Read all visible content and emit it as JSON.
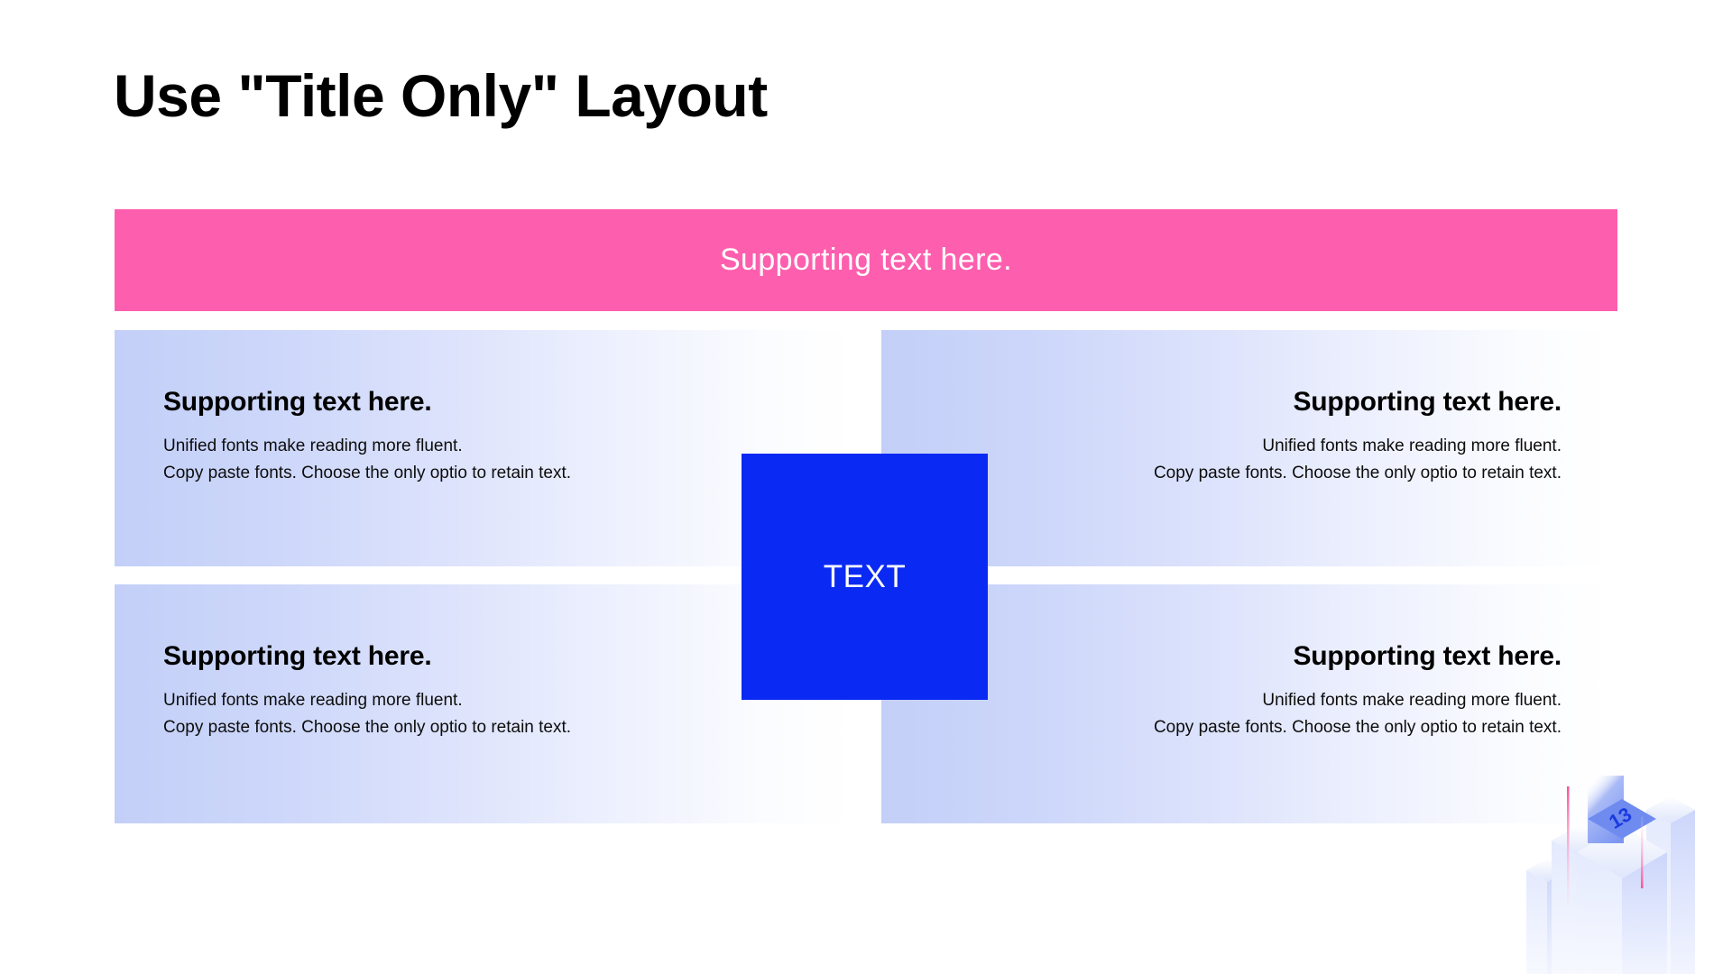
{
  "slide": {
    "title": "Use \"Title Only\" Layout",
    "page_number": "13",
    "background_color": "#ffffff"
  },
  "banner": {
    "text": "Supporting text here.",
    "background_color": "#fd5fae",
    "text_color": "#ffffff"
  },
  "center_box": {
    "label": "TEXT",
    "background_color": "#0a2af3",
    "text_color": "#ffffff"
  },
  "cards": [
    {
      "position": "top-left",
      "align": "left",
      "heading": "Supporting text here.",
      "line1": "Unified  fonts make reading more fluent.",
      "line2": "Copy paste fonts. Choose the only optio to retain text.",
      "gradient_from": "#c3cff8",
      "gradient_to": "#ffffff"
    },
    {
      "position": "top-right",
      "align": "right",
      "heading": "Supporting text here.",
      "line1": "Unified  fonts make reading more fluent.",
      "line2": "Copy paste fonts. Choose the only optio to retain text.",
      "gradient_from": "#c3cff8",
      "gradient_to": "#ffffff"
    },
    {
      "position": "bottom-left",
      "align": "left",
      "heading": "Supporting text here.",
      "line1": "Unified  fonts make reading more fluent.",
      "line2": "Copy paste fonts. Choose the only optio to retain text.",
      "gradient_from": "#c3cff8",
      "gradient_to": "#ffffff"
    },
    {
      "position": "bottom-right",
      "align": "right",
      "heading": "Supporting text here.",
      "line1": "Unified  fonts make reading more fluent.",
      "line2": "Copy paste fonts. Choose the only optio to retain text.",
      "gradient_from": "#c3cff8",
      "gradient_to": "#ffffff"
    }
  ],
  "decoration": {
    "name": "isometric-blocks",
    "page_badge": "13",
    "badge_color": "#7a93f2",
    "badge_text_color": "#1a3ae0",
    "block_color": "#e6ebfc",
    "accent_line_color": "#ff5c9d"
  }
}
